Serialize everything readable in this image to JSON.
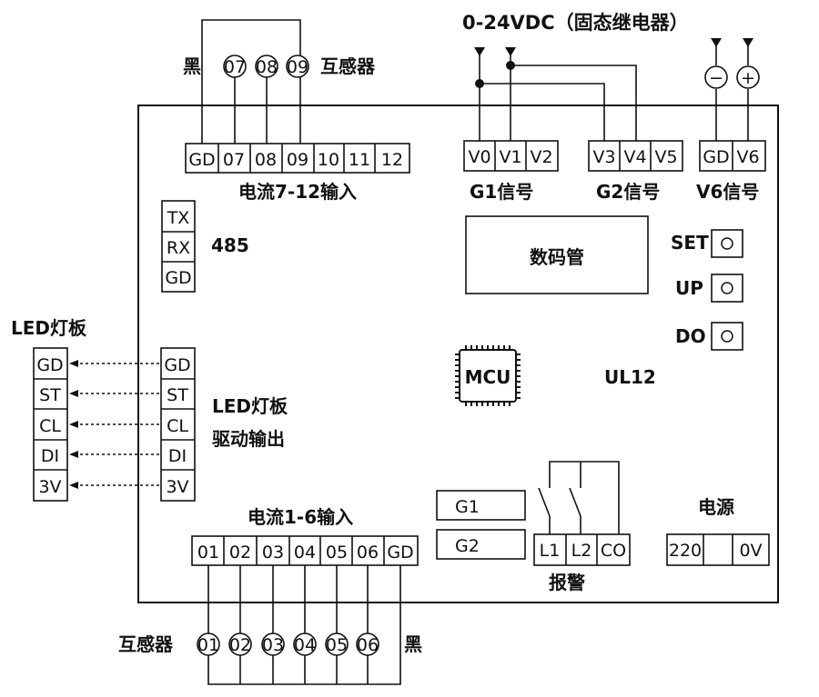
{
  "title": "0-24VDC（固态继电器）",
  "top_sensor_label": "互感器",
  "bottom_sensor_label": "互感器",
  "black_top": "黑",
  "black_bottom": "黑",
  "current_7_12": {
    "label": "电流7-12输入",
    "terminals": [
      "GD",
      "07",
      "08",
      "09",
      "10",
      "11",
      "12"
    ],
    "sensors": [
      "07",
      "08",
      "09"
    ]
  },
  "current_1_6": {
    "label": "电流1-6输入",
    "terminals": [
      "01",
      "02",
      "03",
      "04",
      "05",
      "06",
      "GD"
    ],
    "sensors": [
      "01",
      "02",
      "03",
      "04",
      "05",
      "06"
    ]
  },
  "g1_signal": {
    "label": "G1信号",
    "terminals": [
      "V0",
      "V1",
      "V2"
    ]
  },
  "g2_signal": {
    "label": "G2信号",
    "terminals": [
      "V3",
      "V4",
      "V5"
    ]
  },
  "v6_signal": {
    "label": "V6信号",
    "terminals": [
      "GD",
      "V6"
    ],
    "polarity": [
      "−",
      "+"
    ]
  },
  "rs485": {
    "label": "485",
    "terminals": [
      "TX",
      "RX",
      "GD"
    ]
  },
  "display": {
    "label": "数码管"
  },
  "buttons": [
    "SET",
    "UP",
    "DO"
  ],
  "mcu": "MCU",
  "model": "UL12",
  "led_board": {
    "label": "LED灯板",
    "terminals": [
      "GD",
      "ST",
      "CL",
      "DI",
      "3V"
    ]
  },
  "led_drive": {
    "label_line1": "LED灯板",
    "label_line2": "驱动输出",
    "terminals": [
      "GD",
      "ST",
      "CL",
      "DI",
      "3V"
    ]
  },
  "g_boxes": [
    "G1",
    "G2"
  ],
  "alarm": {
    "label": "报警",
    "terminals": [
      "L1",
      "L2",
      "CO"
    ]
  },
  "power": {
    "label": "电源",
    "terminals": [
      "220",
      "",
      "0V"
    ]
  }
}
